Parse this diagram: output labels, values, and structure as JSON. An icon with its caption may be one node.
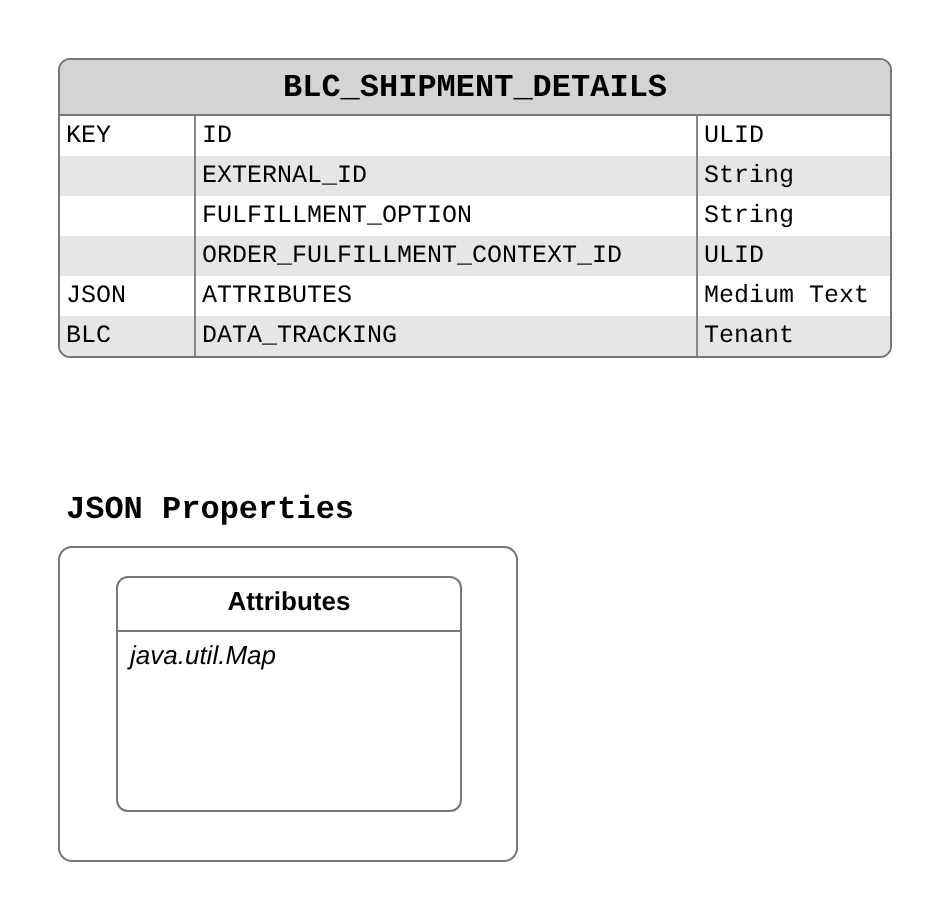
{
  "diagram": {
    "nodes": [
      {
        "text": [
          "BLC_SHIPMENT_DETAILS"
        ]
      },
      {
        "text": [
          "JSON Properties"
        ]
      },
      {
        "text": [
          "Attributes",
          "java.util.Map"
        ],
        "in": 1
      }
    ],
    "labels": [
      "KEY",
      "ID",
      "ULID",
      "EXTERNAL_ID",
      "String",
      "FULFILLMENT_OPTION",
      "String",
      "ORDER_FULFILLMENT_CONTEXT_ID",
      "ULID",
      "JSON",
      "ATTRIBUTES",
      "Medium Text",
      "BLC",
      "DATA_TRACKING",
      "Tenant"
    ]
  }
}
